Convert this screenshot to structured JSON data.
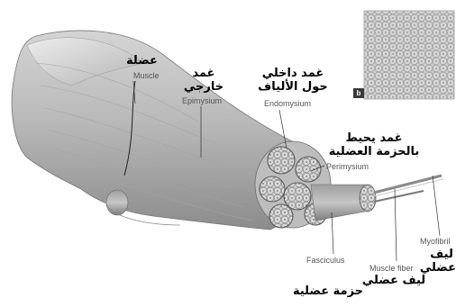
{
  "labels": {
    "muscle": {
      "ar": "عضلة",
      "en": "Muscle"
    },
    "epimysium": {
      "ar_line1": "غمد",
      "ar_line2": "خارجي",
      "en": "Epimysium"
    },
    "endomysium": {
      "ar_line1": "غمد داخلي",
      "ar_line2": "حول الألياف",
      "en": "Endomysium"
    },
    "perimysium": {
      "ar_line1": "غمد يحيط",
      "ar_line2": "بالحزمة العضلية",
      "en": "Perimysium"
    },
    "myofibril": {
      "ar_line1": "ليف",
      "ar_line2": "عضلي",
      "en": "Myofibril"
    },
    "muscle_fiber": {
      "ar": "ليف عضلي",
      "en": "Muscle fiber"
    },
    "fasciculus": {
      "ar": "حزمة عضلية",
      "en": "Fasciculus"
    }
  },
  "inset": {
    "badge": "b"
  },
  "colors": {
    "muscle_body": "#b8b8b8",
    "muscle_shadow": "#8e8e8e",
    "muscle_highlight": "#d9d9d9",
    "fascicle": "#b0b0b0",
    "background": "#ffffff"
  }
}
